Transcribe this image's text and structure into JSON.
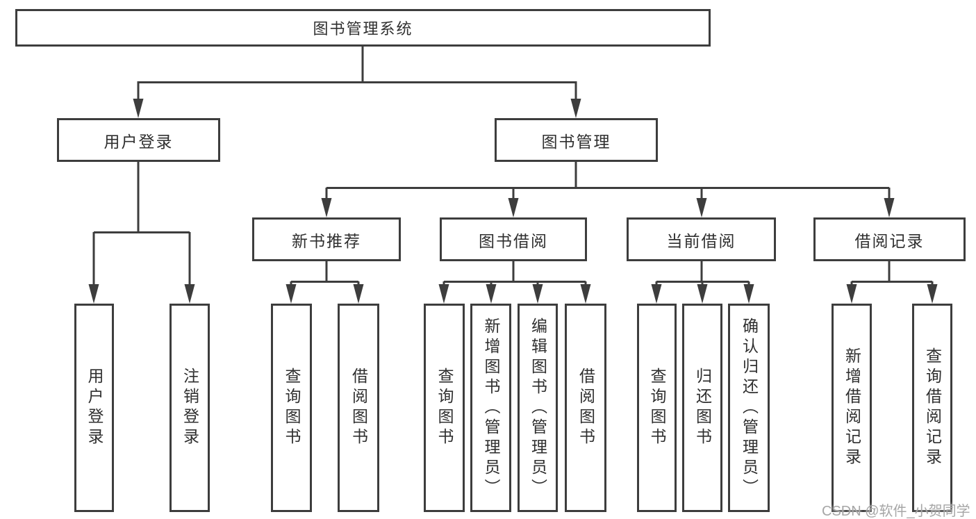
{
  "tree": {
    "root": {
      "label": "图书管理系统"
    },
    "branches": [
      {
        "label": "用户登录",
        "children": [
          {
            "label": "用户登录"
          },
          {
            "label": "注销登录"
          }
        ]
      },
      {
        "label": "图书管理",
        "groups": [
          {
            "label": "新书推荐",
            "children": [
              {
                "label": "查询图书"
              },
              {
                "label": "借阅图书"
              }
            ]
          },
          {
            "label": "图书借阅",
            "children": [
              {
                "label": "查询图书"
              },
              {
                "label": "新增图书（管理员）"
              },
              {
                "label": "编辑图书（管理员）"
              },
              {
                "label": "借阅图书"
              }
            ]
          },
          {
            "label": "当前借阅",
            "children": [
              {
                "label": "查询图书"
              },
              {
                "label": "归还图书"
              },
              {
                "label": "确认归还（管理员）"
              }
            ]
          },
          {
            "label": "借阅记录",
            "children": [
              {
                "label": "新增借阅记录"
              },
              {
                "label": "查询借阅记录"
              }
            ]
          }
        ]
      }
    ]
  },
  "watermark": {
    "text": "CSDN @软件_小贺同学"
  },
  "colors": {
    "line": "#3d3d3d",
    "text": "#2f2f2f",
    "background": "#ffffff",
    "watermark": "#a6a6a6"
  }
}
